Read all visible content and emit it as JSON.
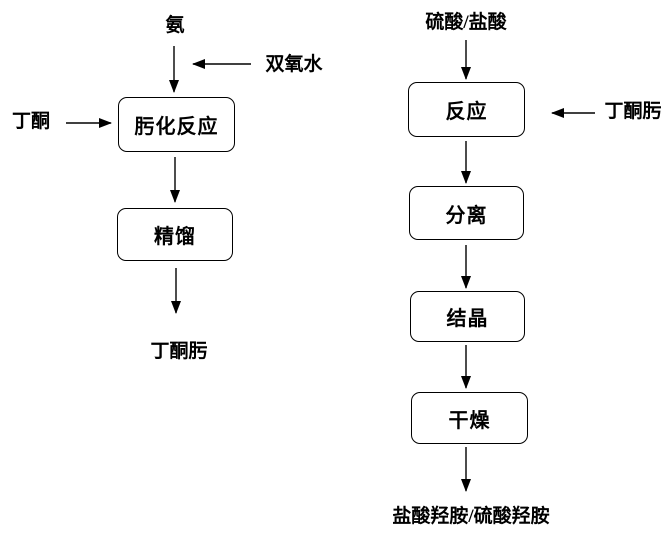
{
  "diagram": {
    "left_flow": {
      "ammonia": "氨",
      "peroxide": "双氧水",
      "butanone": "丁酮",
      "oximation": "肟化反应",
      "distillation": "精馏",
      "product": "丁酮肟"
    },
    "right_flow": {
      "acid": "硫酸/盐酸",
      "oxime": "丁酮肟",
      "reaction": "反应",
      "separation": "分离",
      "crystallization": "结晶",
      "drying": "干燥",
      "product": "盐酸羟胺/硫酸羟胺"
    },
    "colors": {
      "line": "#000000",
      "box_border": "#000000",
      "background": "#ffffff",
      "text": "#000000"
    },
    "edges": [
      "氨 -> 肟化反应",
      "双氧水 -> 肟化反应",
      "丁酮 -> 肟化反应",
      "肟化反应 -> 精馏",
      "精馏 -> 丁酮肟",
      "硫酸/盐酸 -> 反应",
      "丁酮肟 -> 反应",
      "反应 -> 分离",
      "分离 -> 结晶",
      "结晶 -> 干燥",
      "干燥 -> 盐酸羟胺/硫酸羟胺"
    ]
  }
}
